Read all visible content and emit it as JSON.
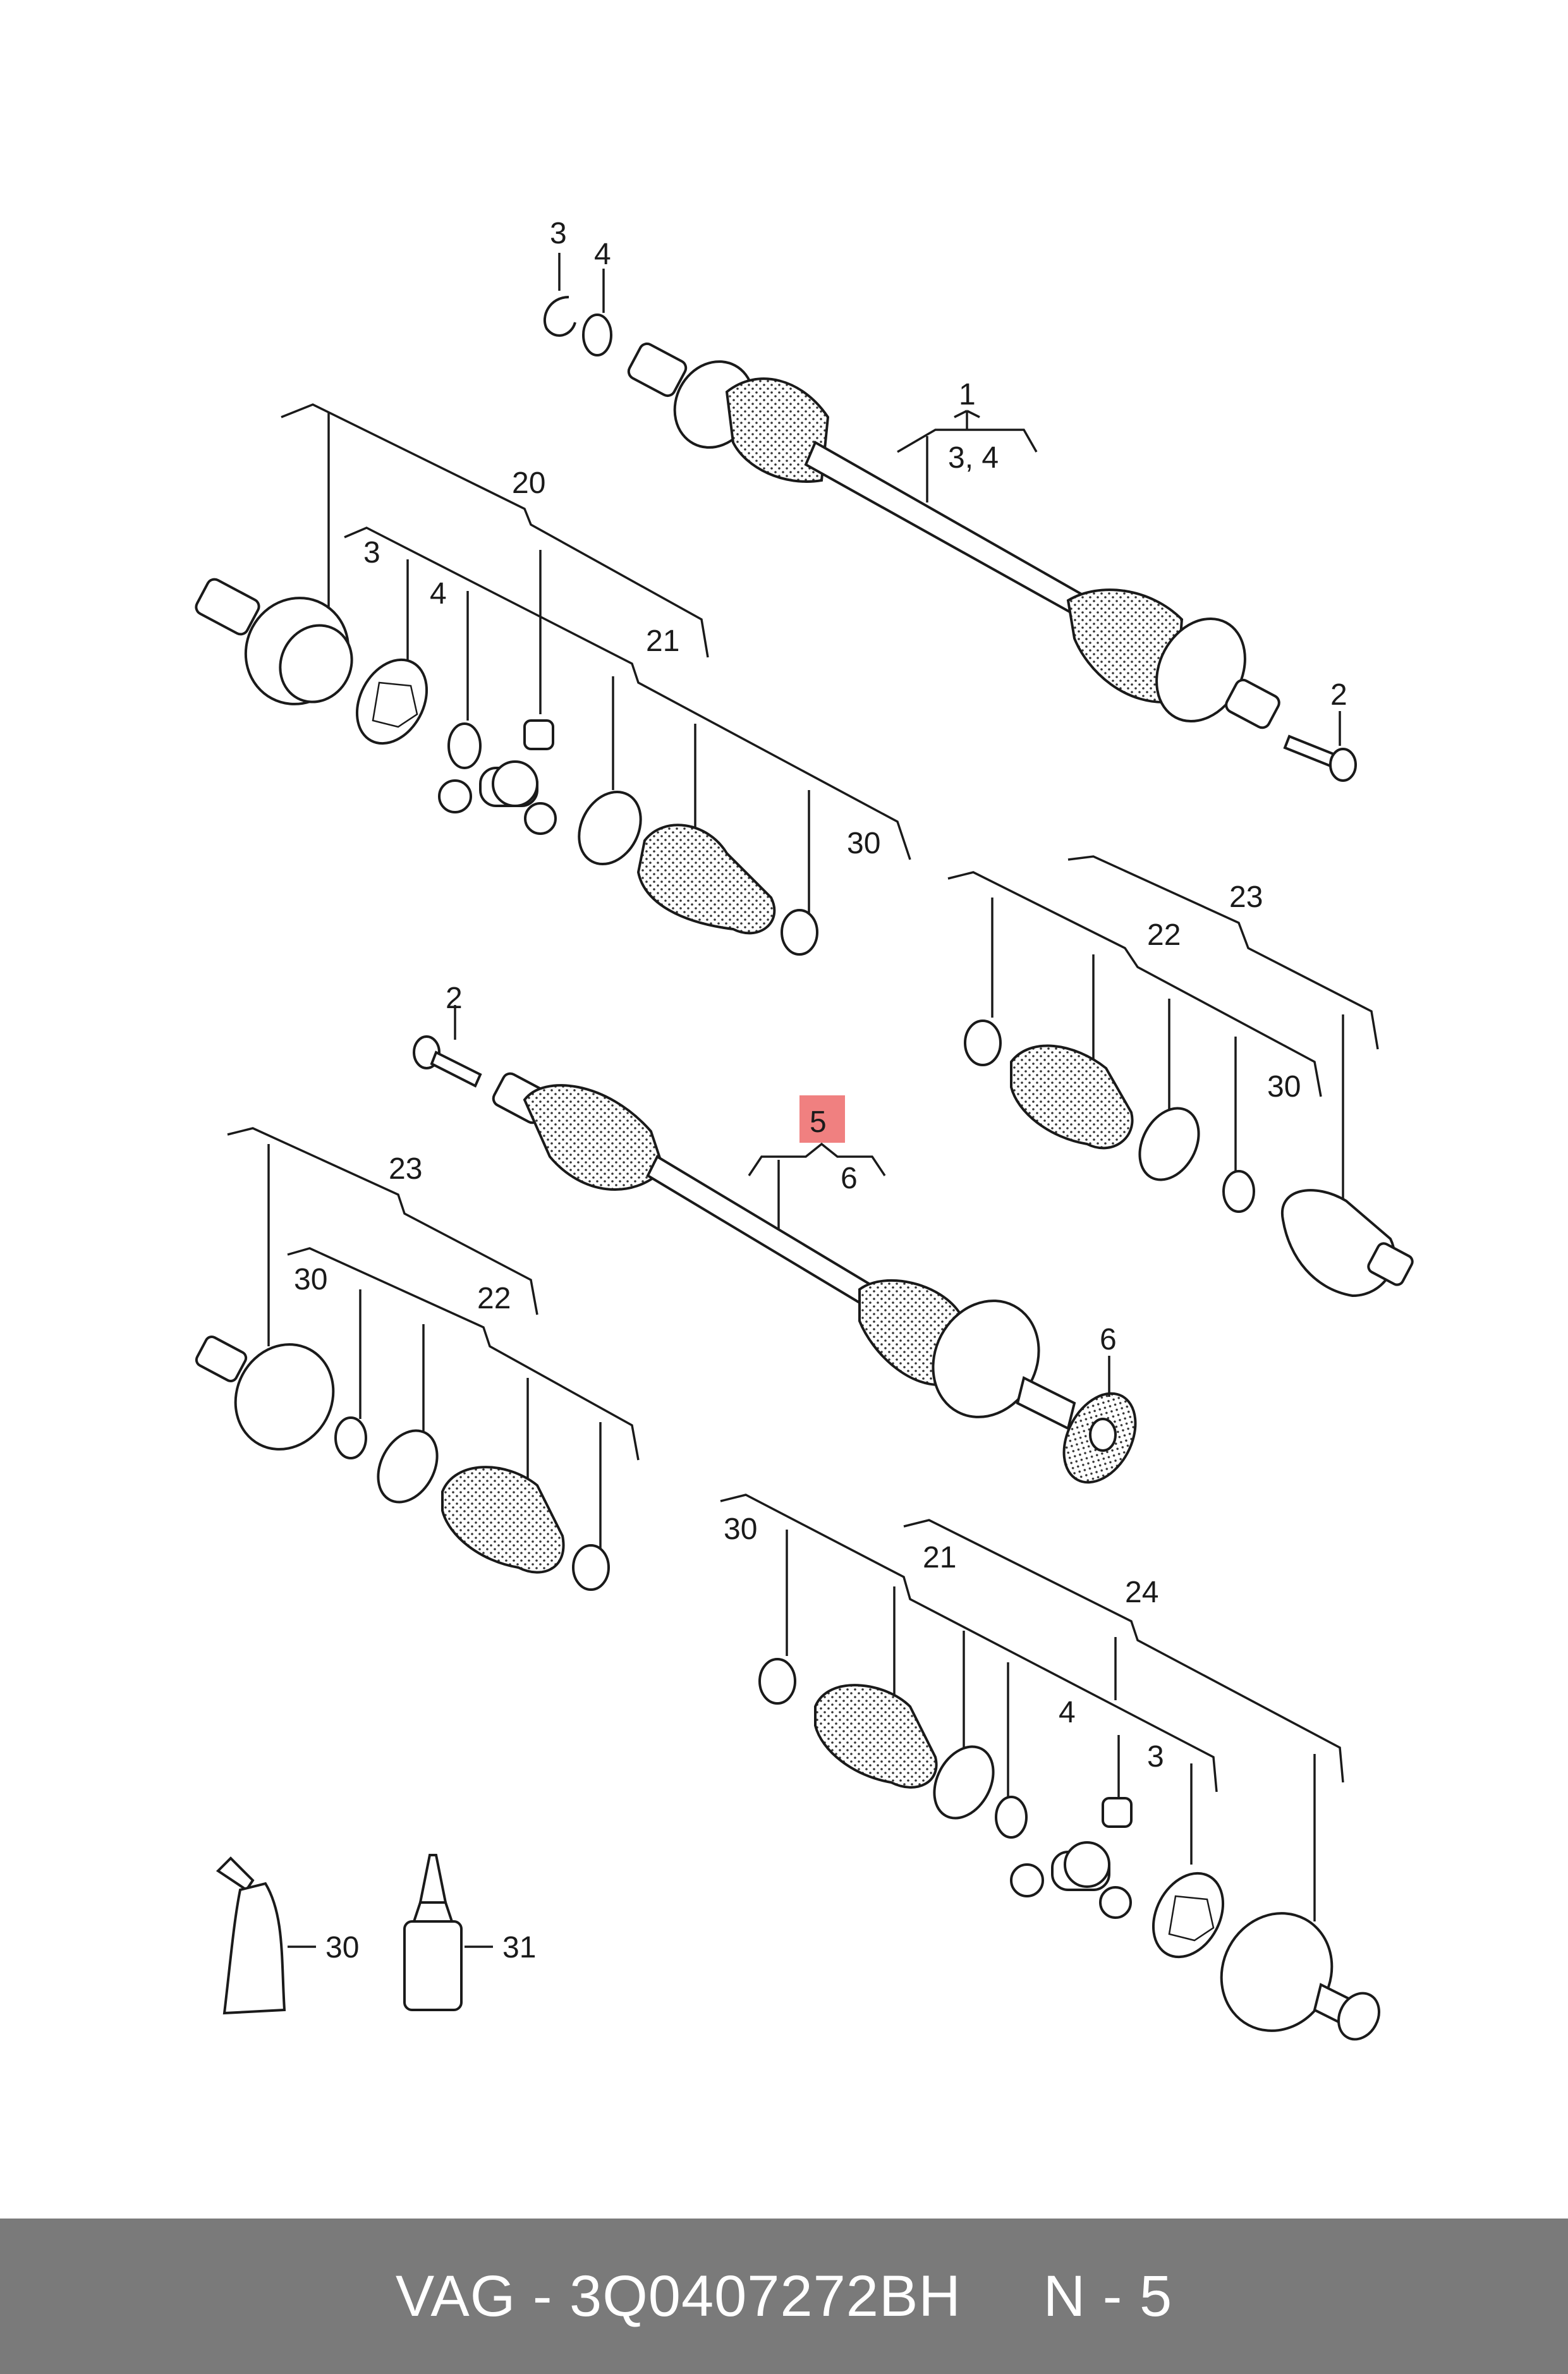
{
  "labels": {
    "l1": "1",
    "l34": "3, 4",
    "l3a": "3",
    "l4a": "4",
    "l2a": "2",
    "l20": "20",
    "l3b": "3",
    "l4b": "4",
    "l21a": "21",
    "l30a": "30",
    "l23a": "23",
    "l22a": "22",
    "l30b": "30",
    "l2b": "2",
    "l5": "5",
    "l6a": "6",
    "l6b": "6",
    "l23b": "23",
    "l30c": "30",
    "l22b": "22",
    "l30d": "30",
    "l21b": "21",
    "l24": "24",
    "l4c": "4",
    "l3c": "3",
    "l30e": "30",
    "l31": "31"
  },
  "highlight_color": "#f08080",
  "footer": {
    "part_text": "VAG - 3Q0407272BH",
    "page_text": "N - 5"
  }
}
